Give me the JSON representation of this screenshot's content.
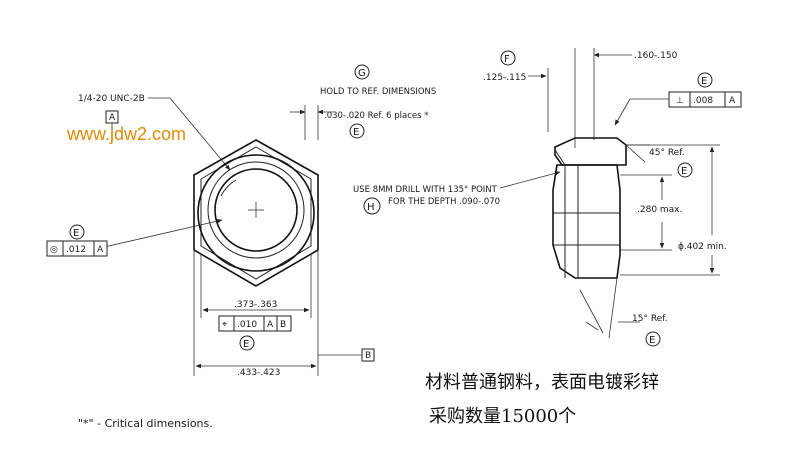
{
  "watermark": "www.jdw2.com",
  "front_view": {
    "thread_label": "1/4-20 UNC-2B",
    "datum_a_label": "A",
    "datum_b_label": "B",
    "concentricity": {
      "callout": "E",
      "symbol": "◎",
      "tolerance": ".012",
      "datum": "A"
    },
    "position": {
      "symbol": "⌖",
      "tolerance": ".010",
      "datum1": "A",
      "datum2": "B",
      "callout": "E"
    },
    "flat_dim": ".373-.363",
    "corner_dim": ".433-.423"
  },
  "notes": {
    "hold_ref_callout": "G",
    "hold_ref_line1": "HOLD TO REF. DIMENSIONS",
    "hold_ref_line2": ".030-.020 Ref.  6 places *",
    "hold_ref_callout2": "E",
    "drill_line1": "USE 8MM DRILL WITH 135° POINT",
    "drill_line2": "FOR THE DEPTH .090-.070",
    "drill_callout": "H"
  },
  "side_view": {
    "f_callout": "F",
    "dim_f": ".125-.115",
    "dim_top": ".160-.150",
    "perp": {
      "callout": "E",
      "symbol": "⊥",
      "tolerance": ".008",
      "datum": "A"
    },
    "chamfer_top": "45° Ref.",
    "chamfer_top_callout": "E",
    "height_dim": ".280 max.",
    "dia_dim": "ϕ.402 min.",
    "chamfer_bottom": "15° Ref.",
    "chamfer_bottom_callout": "E"
  },
  "footer": {
    "critical_note": "\"*\"  - Critical dimensions.",
    "chinese_line1": "材料普通钢料，表面电镀彩锌",
    "chinese_line2": "采购数量15000个"
  }
}
